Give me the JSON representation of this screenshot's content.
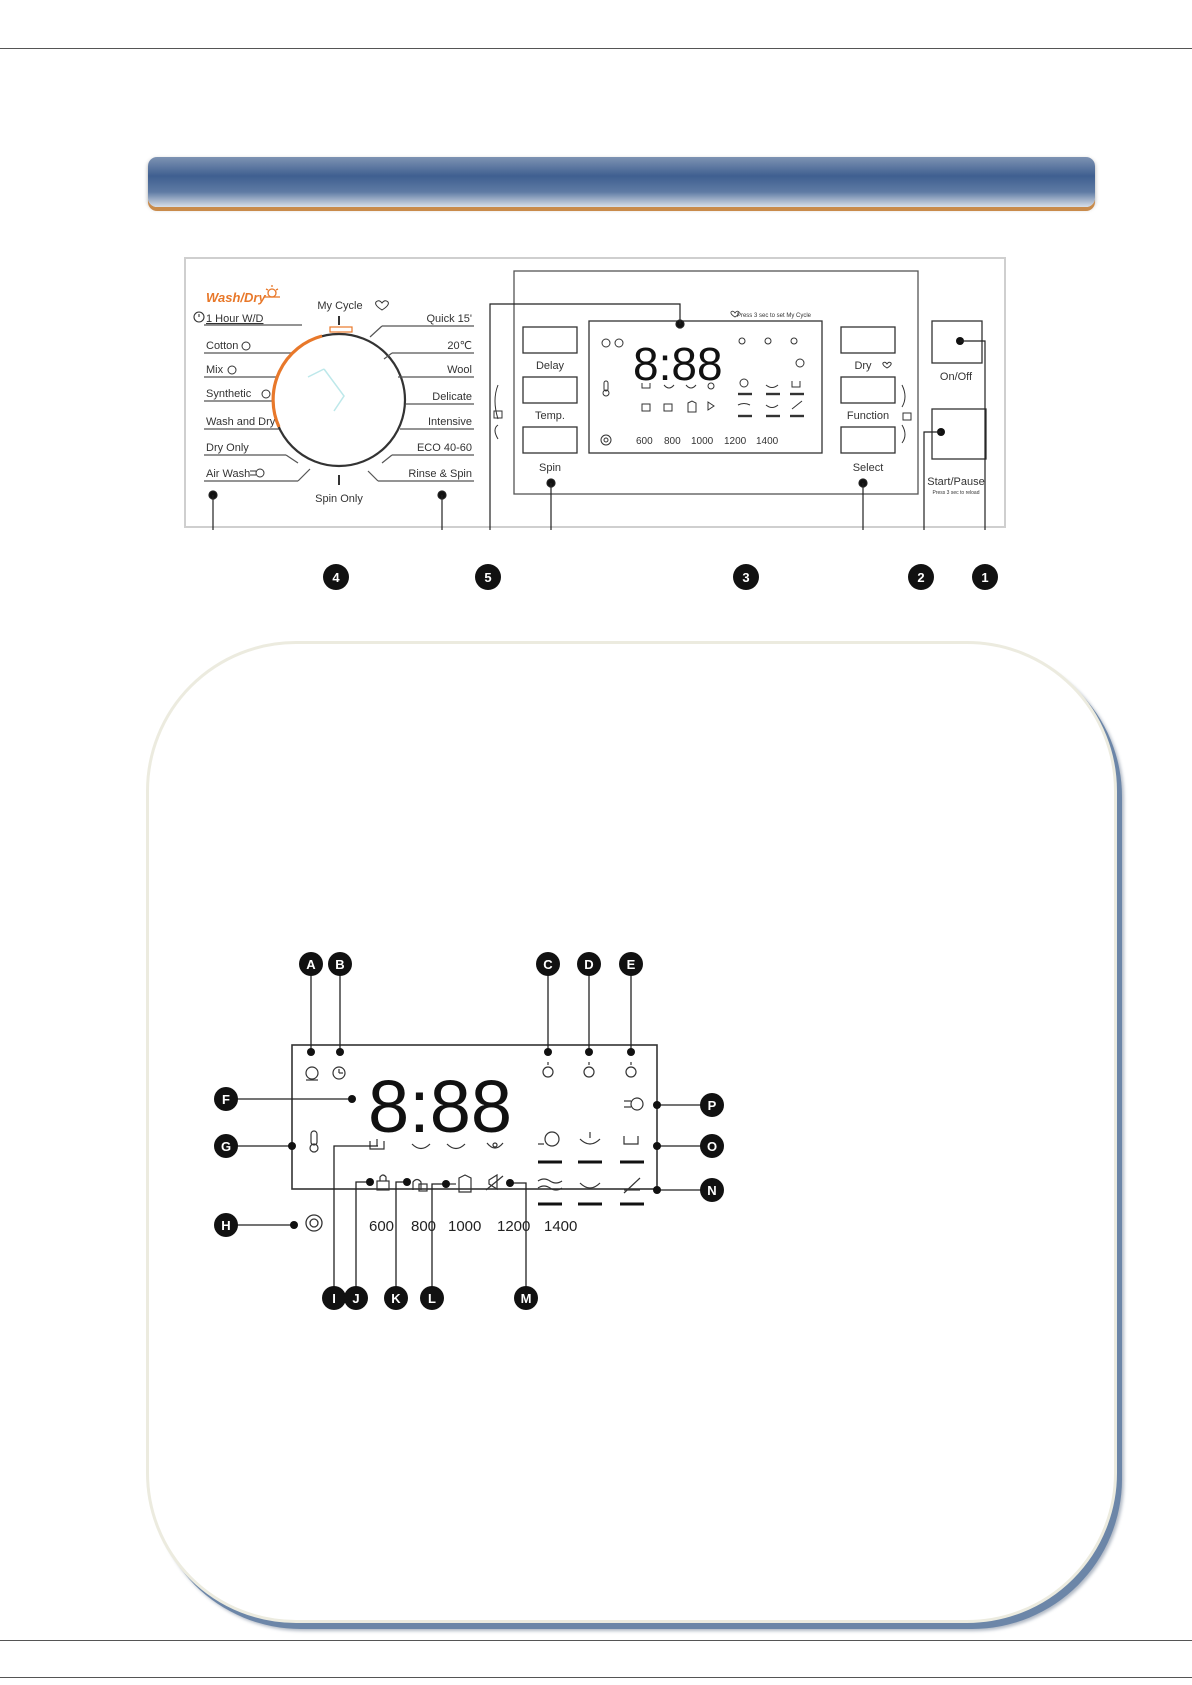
{
  "panel": {
    "program_group_title": "Wash/Dry",
    "programs_left": [
      "1 Hour W/D",
      "Cotton",
      "Mix",
      "Synthetic",
      "Wash and Dry",
      "Dry Only",
      "Air Wash"
    ],
    "program_top": "My Cycle",
    "program_bottom": "Spin Only",
    "programs_right": [
      "Quick 15'",
      "20℃",
      "Wool",
      "Delicate",
      "Intensive",
      "ECO 40-60",
      "Rinse & Spin"
    ],
    "buttons_left": [
      "Delay",
      "Temp.",
      "Spin"
    ],
    "buttons_right": [
      "Dry",
      "Function",
      "Select"
    ],
    "my_cycle_hint": "Press 3 sec to set My Cycle",
    "onoff_label": "On/Off",
    "start_label": "Start/Pause",
    "start_hint": "Press 3 sec to reload",
    "digits": "8:88",
    "spin_speeds": [
      "600",
      "800",
      "1000",
      "1200",
      "1400"
    ],
    "callouts": [
      "4",
      "5",
      "3",
      "2",
      "1"
    ]
  },
  "display": {
    "digits": "8:88",
    "spin_speeds": [
      "600",
      "800",
      "1000",
      "1200",
      "1400"
    ],
    "callouts_top": [
      "A",
      "B",
      "C",
      "D",
      "E"
    ],
    "callouts_left": [
      "F",
      "G",
      "H"
    ],
    "callouts_right": [
      "P",
      "O",
      "N"
    ],
    "callouts_bottom": [
      "I",
      "J",
      "K",
      "L",
      "M"
    ]
  },
  "colors": {
    "accent_orange": "#e8782a",
    "banner_blue": "#3f5f90",
    "callout_black": "#111111"
  },
  "icons": [
    "delay-clock-icon",
    "timer-icon",
    "dry-level-icon",
    "thermometer-icon",
    "spin-icon",
    "prewash-icon",
    "door-lock-icon",
    "child-lock-icon",
    "shirt-icon",
    "mute-icon",
    "steam-icon",
    "rinse-icon",
    "no-iron-icon",
    "air-wash-icon"
  ]
}
